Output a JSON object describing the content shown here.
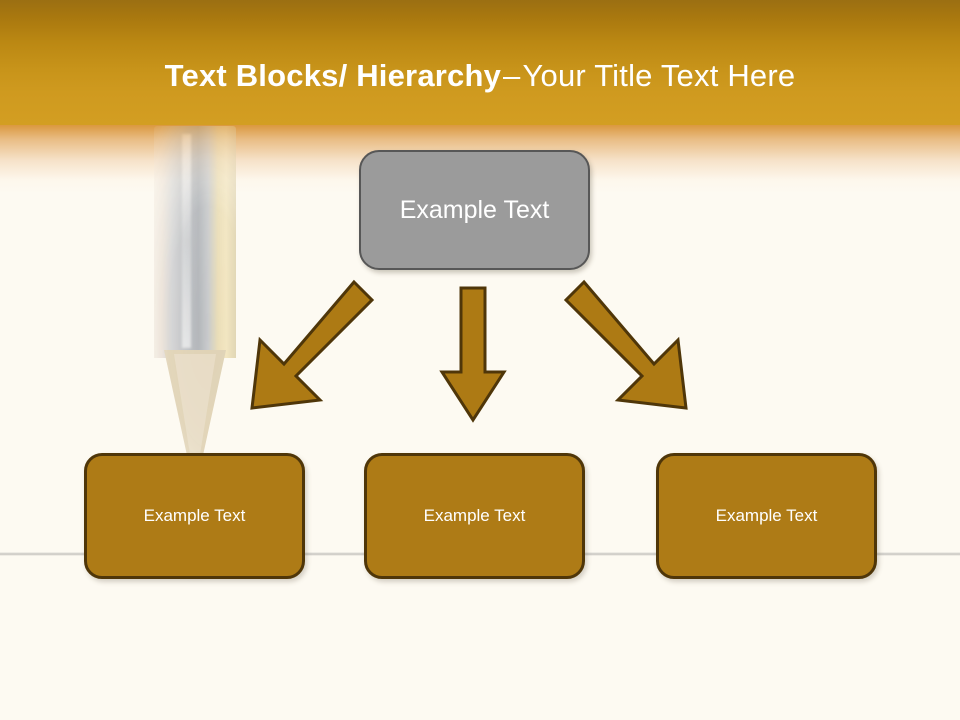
{
  "slide": {
    "background_color": "#fdfaf2",
    "header": {
      "background_color": "#c08a14",
      "title_bold": "Text Blocks/ Hierarchy",
      "title_dash": "–",
      "title_normal": "Your Title Text Here",
      "title_color": "#ffffff"
    },
    "decoration": {
      "pencil_image_name": "pencil-photo",
      "sketch_line_name": "pencil-sketch-line"
    },
    "diagram": {
      "top_node": {
        "label": "Example  Text",
        "fill_color": "#9b9b9b",
        "border_color": "#575757",
        "text_color": "#ffffff"
      },
      "connectors": [
        {
          "name": "arrow-top-to-leaf-1",
          "direction": "down-left"
        },
        {
          "name": "arrow-top-to-leaf-2",
          "direction": "down"
        },
        {
          "name": "arrow-top-to-leaf-3",
          "direction": "down-right"
        }
      ],
      "connector_fill_color": "#ad7a14",
      "connector_border_color": "#4f3609",
      "leaf_nodes": [
        {
          "label": "Example Text",
          "fill_color": "#ae7b16",
          "border_color": "#4f3609",
          "text_color": "#ffffff"
        },
        {
          "label": "Example Text",
          "fill_color": "#ae7b16",
          "border_color": "#4f3609",
          "text_color": "#ffffff"
        },
        {
          "label": "Example Text",
          "fill_color": "#ae7b16",
          "border_color": "#4f3609",
          "text_color": "#ffffff"
        }
      ]
    }
  }
}
